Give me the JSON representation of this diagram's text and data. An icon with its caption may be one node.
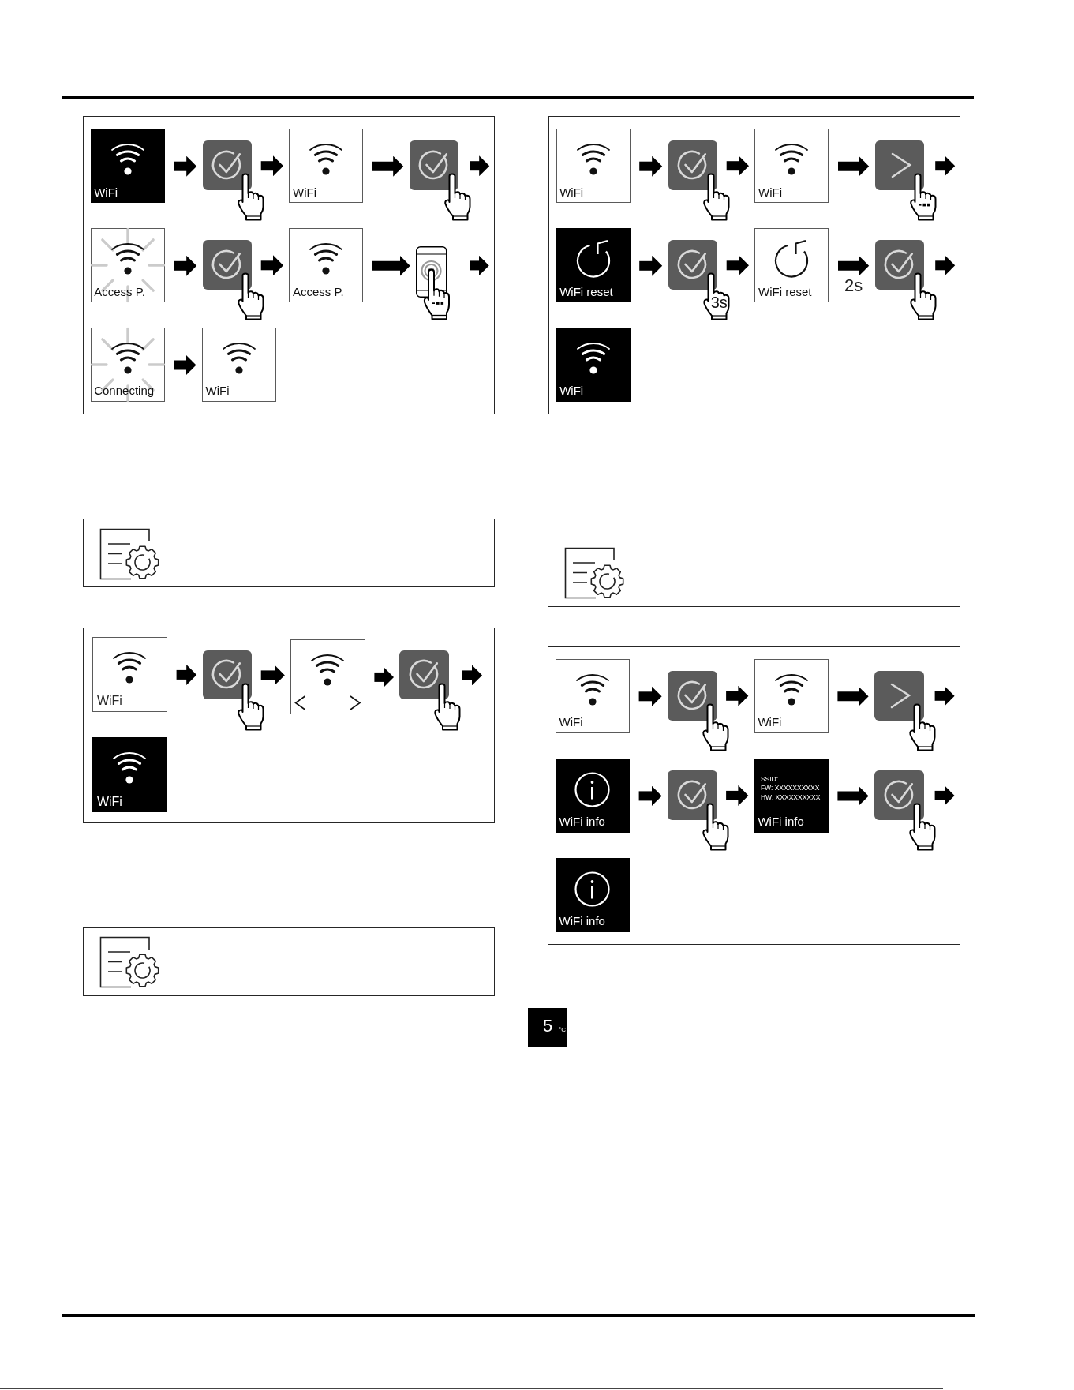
{
  "diagram": {
    "nodes": [
      {
        "text": [],
        "shape": "box"
      },
      {
        "text": [
          "WiFi"
        ],
        "in": 0
      },
      {
        "text": [],
        "shape": "box",
        "in": 0
      },
      {
        "text": [
          "WiFi"
        ],
        "in": 0
      },
      {
        "text": [],
        "shape": "box",
        "in": 0
      },
      {
        "text": [
          "Access P."
        ],
        "in": 0
      },
      {
        "text": [],
        "shape": "box",
        "in": 0
      },
      {
        "text": [
          "Access P."
        ],
        "in": 0
      },
      {
        "text": [],
        "shape": "picture",
        "in": 0
      },
      {
        "text": [
          "Connecting"
        ],
        "in": 0
      },
      {
        "text": [
          "WiFi"
        ],
        "in": 0
      },
      {
        "text": [],
        "shape": "box"
      },
      {
        "text": [],
        "shape": "box"
      },
      {
        "text": [
          "WiFi"
        ],
        "in": 12
      },
      {
        "text": [],
        "shape": "box",
        "in": 12
      },
      {
        "text": [],
        "shape": "box",
        "in": 12
      },
      {
        "text": [],
        "shape": "box",
        "in": 12
      },
      {
        "text": [
          "WiFi"
        ],
        "in": 12
      },
      {
        "text": [],
        "shape": "box"
      },
      {
        "text": [],
        "shape": "box"
      },
      {
        "text": [
          "WiFi"
        ],
        "in": 19
      },
      {
        "text": [],
        "shape": "box",
        "in": 19
      },
      {
        "text": [
          "WiFi"
        ],
        "in": 19
      },
      {
        "text": [],
        "shape": "box",
        "in": 19
      },
      {
        "text": [
          "WiFi reset"
        ],
        "in": 19
      },
      {
        "text": [],
        "shape": "box",
        "in": 19,
        "beside": [
          "3s"
        ]
      },
      {
        "text": [
          "WiFi reset"
        ],
        "in": 19
      },
      {
        "text": [],
        "shape": "box",
        "in": 19
      },
      {
        "text": [
          "WiFi"
        ],
        "in": 19
      },
      {
        "text": [],
        "shape": "box"
      },
      {
        "text": [],
        "shape": "box"
      },
      {
        "text": [
          "WiFi"
        ],
        "in": 30
      },
      {
        "text": [],
        "shape": "box",
        "in": 30
      },
      {
        "text": [
          "WiFi"
        ],
        "in": 30
      },
      {
        "text": [],
        "shape": "box",
        "in": 30
      },
      {
        "text": [
          "WiFi info"
        ],
        "in": 30
      },
      {
        "text": [],
        "shape": "box",
        "in": 30
      },
      {
        "text": [
          "SSID:",
          "FW: XXXXXXXXXX",
          "HW: XXXXXXXXXX",
          "WiFi info"
        ],
        "in": 30
      },
      {
        "text": [],
        "shape": "box",
        "in": 30
      },
      {
        "text": [
          "WiFi info"
        ],
        "in": 30
      },
      {
        "text": [
          "5",
          "°C"
        ]
      }
    ],
    "edges": [
      {
        "from": 1,
        "to": 2,
        "arrow": "to"
      },
      {
        "from": 2,
        "to": 3,
        "arrow": "to"
      },
      {
        "from": 3,
        "to": 4,
        "arrow": "to"
      },
      {
        "from": 5,
        "to": 6,
        "arrow": "to"
      },
      {
        "from": 6,
        "to": 7,
        "arrow": "to"
      },
      {
        "from": 7,
        "to": 8,
        "arrow": "to"
      },
      {
        "from": 9,
        "to": 10,
        "arrow": "to"
      },
      {
        "from": 13,
        "to": 14,
        "arrow": "to"
      },
      {
        "from": 14,
        "to": 15,
        "arrow": "to"
      },
      {
        "from": 15,
        "to": 16,
        "arrow": "to"
      },
      {
        "from": 20,
        "to": 21,
        "arrow": "to"
      },
      {
        "from": 21,
        "to": 22,
        "arrow": "to"
      },
      {
        "from": 22,
        "to": 23,
        "arrow": "to"
      },
      {
        "from": 24,
        "to": 25,
        "arrow": "to"
      },
      {
        "from": 25,
        "to": 26,
        "arrow": "to"
      },
      {
        "from": 26,
        "to": 27,
        "arrow": "to",
        "label": "2s"
      },
      {
        "from": 31,
        "to": 32,
        "arrow": "to"
      },
      {
        "from": 32,
        "to": 33,
        "arrow": "to"
      },
      {
        "from": 33,
        "to": 34,
        "arrow": "to"
      },
      {
        "from": 35,
        "to": 36,
        "arrow": "to"
      },
      {
        "from": 36,
        "to": 37,
        "arrow": "to"
      },
      {
        "from": 37,
        "to": 38,
        "arrow": "to"
      }
    ]
  }
}
